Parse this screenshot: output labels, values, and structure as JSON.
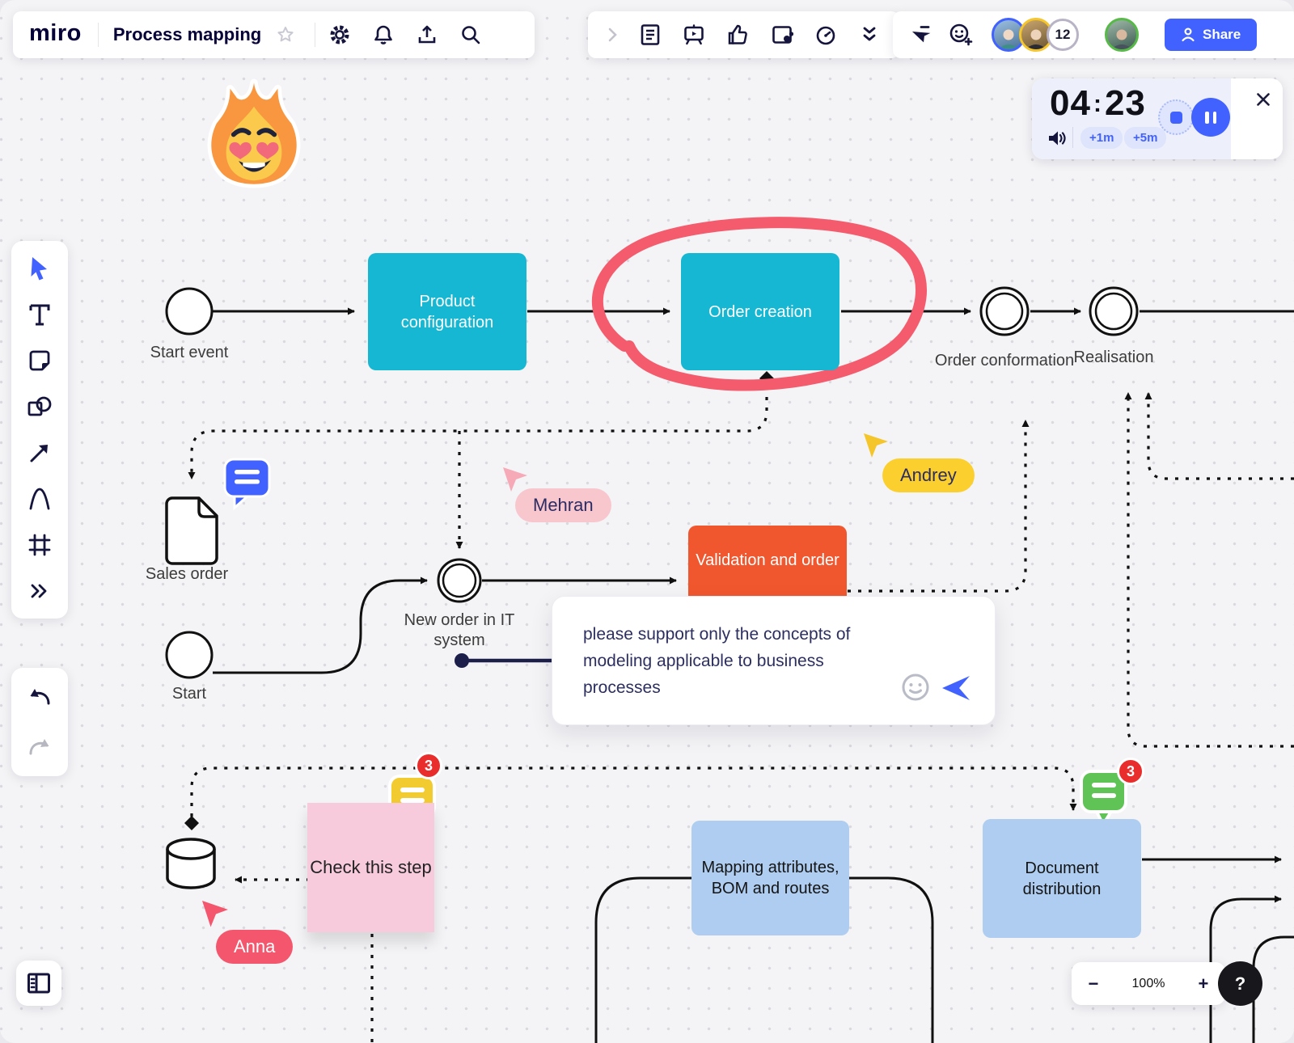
{
  "titlebar": {
    "logo": "miro",
    "title": "Process mapping"
  },
  "collab": {
    "count": "12",
    "share_label": "Share"
  },
  "timer": {
    "minutes": "04",
    "separator": ":",
    "seconds": "23",
    "plus_one": "+1m",
    "plus_five": "+5m"
  },
  "zoombar": {
    "zoom_out": "−",
    "level": "100%",
    "zoom_in": "+",
    "help": "?"
  },
  "nodes": {
    "start_event": "Start event",
    "product_configuration": "Product configuration",
    "order_creation": "Order creation",
    "order_conformation": "Order conformation",
    "realisation": "Realisation",
    "sales_order": "Sales order",
    "new_order": "New order in IT system",
    "start": "Start",
    "validation": "Validation and order",
    "check_step": "Check this step",
    "mapping": "Mapping attributes, BOM and routes",
    "doc_distribution": "Document distribution"
  },
  "comment_box": {
    "text": "please support only the concepts of modeling applicable to business processes"
  },
  "badges": {
    "sticky_comments": "3",
    "doc_comments": "3"
  },
  "cursors": {
    "mehran": "Mehran",
    "andrey": "Andrey",
    "anna": "Anna"
  },
  "colors": {
    "accent": "#4262FF",
    "ink": "#050038",
    "teal": "#15B7D3",
    "orange": "#F1572E",
    "light_blue": "#AECDF0",
    "sticky_pink": "#F8CBDC",
    "marker_red": "#F45B6D",
    "cursor_yellow": "#FBD02E",
    "cursor_pink": "#F8C7CE",
    "cursor_red": "#F4566D",
    "badge_red": "#E92C2C",
    "bubble_blue": "#4262FF",
    "bubble_yellow": "#F2CB30",
    "bubble_green": "#5FC355"
  }
}
